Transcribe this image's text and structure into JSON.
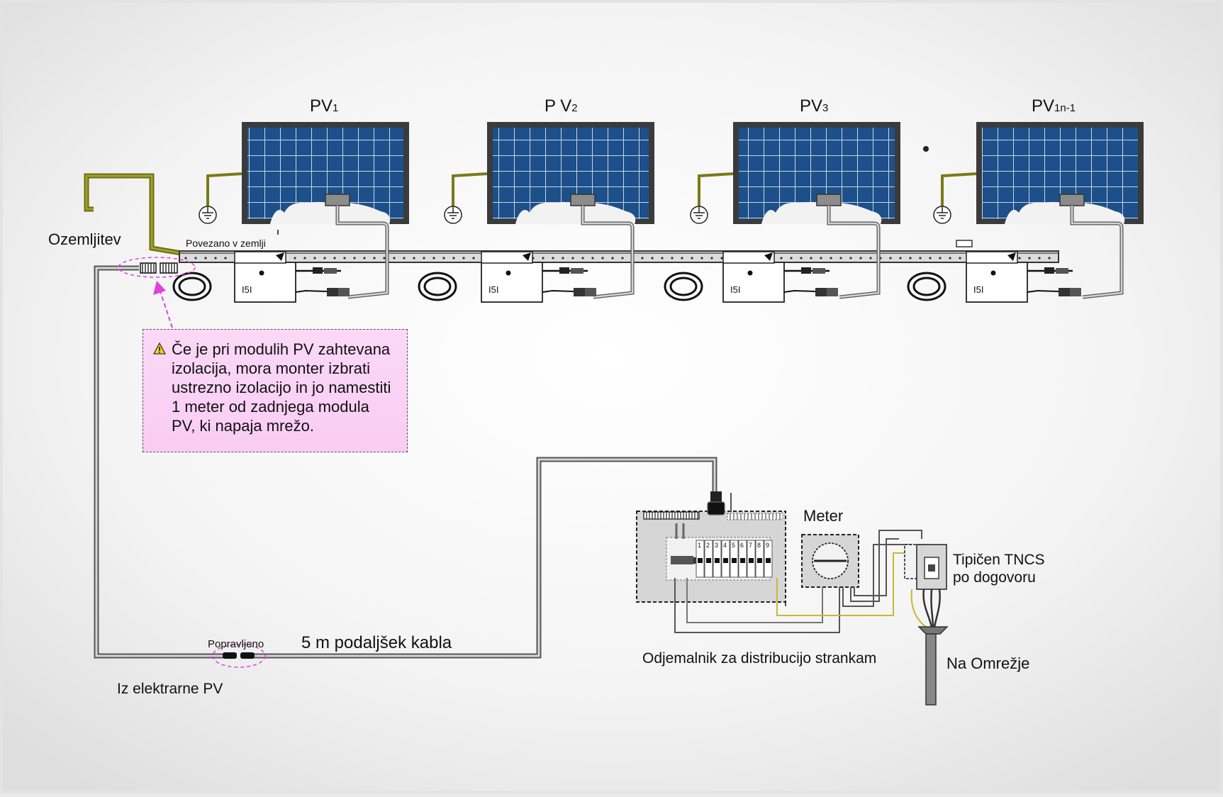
{
  "panels": [
    {
      "label": "PV",
      "sub": "1"
    },
    {
      "label": "P  V",
      "sub": "2"
    },
    {
      "label": "PV",
      "sub": "3"
    },
    {
      "label": "PV",
      "sub": "1n-1"
    }
  ],
  "inverter_label": "I5I",
  "labels": {
    "ground": "Ozemljitev",
    "grounded": "Povezano v zemlji",
    "fixed": "Popravljeno",
    "extension": "5 m podaljšek kabla",
    "from_plant": "Iz elektrarne PV",
    "meter": "Meter",
    "tncs_line1": "Tipičen TNCS",
    "tncs_line2": "po dogovoru",
    "distribution": "Odjemalnik za distribucijo strankam",
    "to_grid": "Na Omrežje"
  },
  "note": {
    "lines": [
      "Če je pri modulih PV zahtevana",
      "izolacija, mora monter izbrati",
      "ustrezno izolacijo in jo namestiti",
      "1 meter od zadnjega modula",
      "PV, ki napaja mrežo."
    ]
  },
  "breaker_numbers": [
    "1",
    "2",
    "3",
    "4",
    "5",
    "6",
    "7",
    "8",
    "9"
  ],
  "colors": {
    "panel_blue": "#1d4f8a",
    "panel_frame": "#3b3b3b",
    "ground_wire": "#8a8a1e",
    "note_border": "#e040e0",
    "neutral_wire": "#d6c24a"
  }
}
